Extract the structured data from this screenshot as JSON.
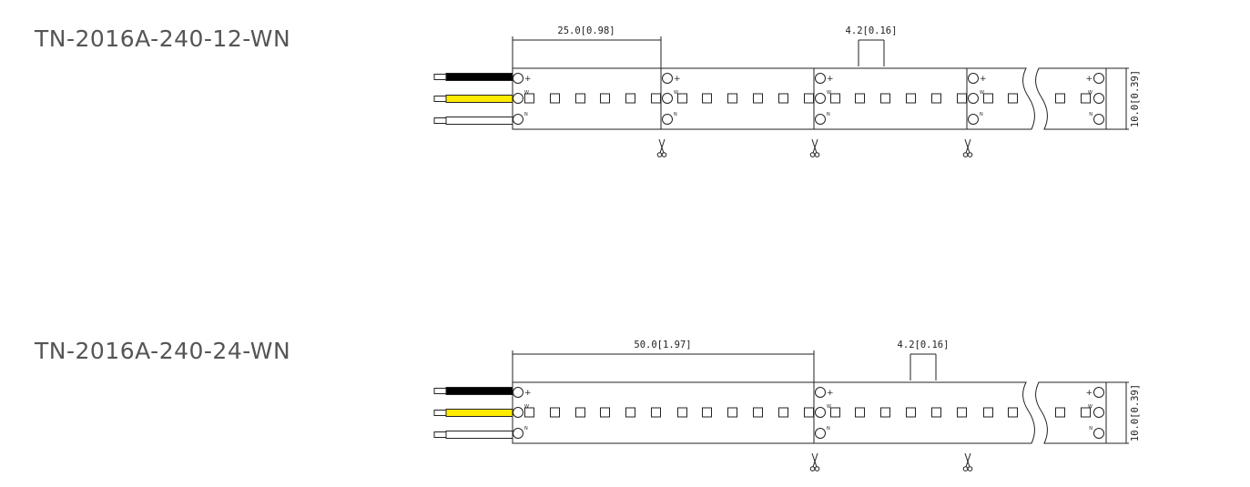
{
  "diagrams": [
    {
      "model": "TN-2016A-240-12-WN",
      "segment_dimension": "25.0[0.98]",
      "pitch_dimension": "4.2[0.16]",
      "width_dimension": "10.0[0.39]",
      "wire_colors": [
        "#000000",
        "#ffeb00",
        "#ffffff"
      ],
      "terminal_labels": [
        "+",
        "W",
        "N"
      ]
    },
    {
      "model": "TN-2016A-240-24-WN",
      "segment_dimension": "50.0[1.97]",
      "pitch_dimension": "4.2[0.16]",
      "width_dimension": "10.0[0.39]",
      "wire_colors": [
        "#000000",
        "#ffeb00",
        "#ffffff"
      ],
      "terminal_labels": [
        "+",
        "W",
        "N"
      ]
    }
  ]
}
